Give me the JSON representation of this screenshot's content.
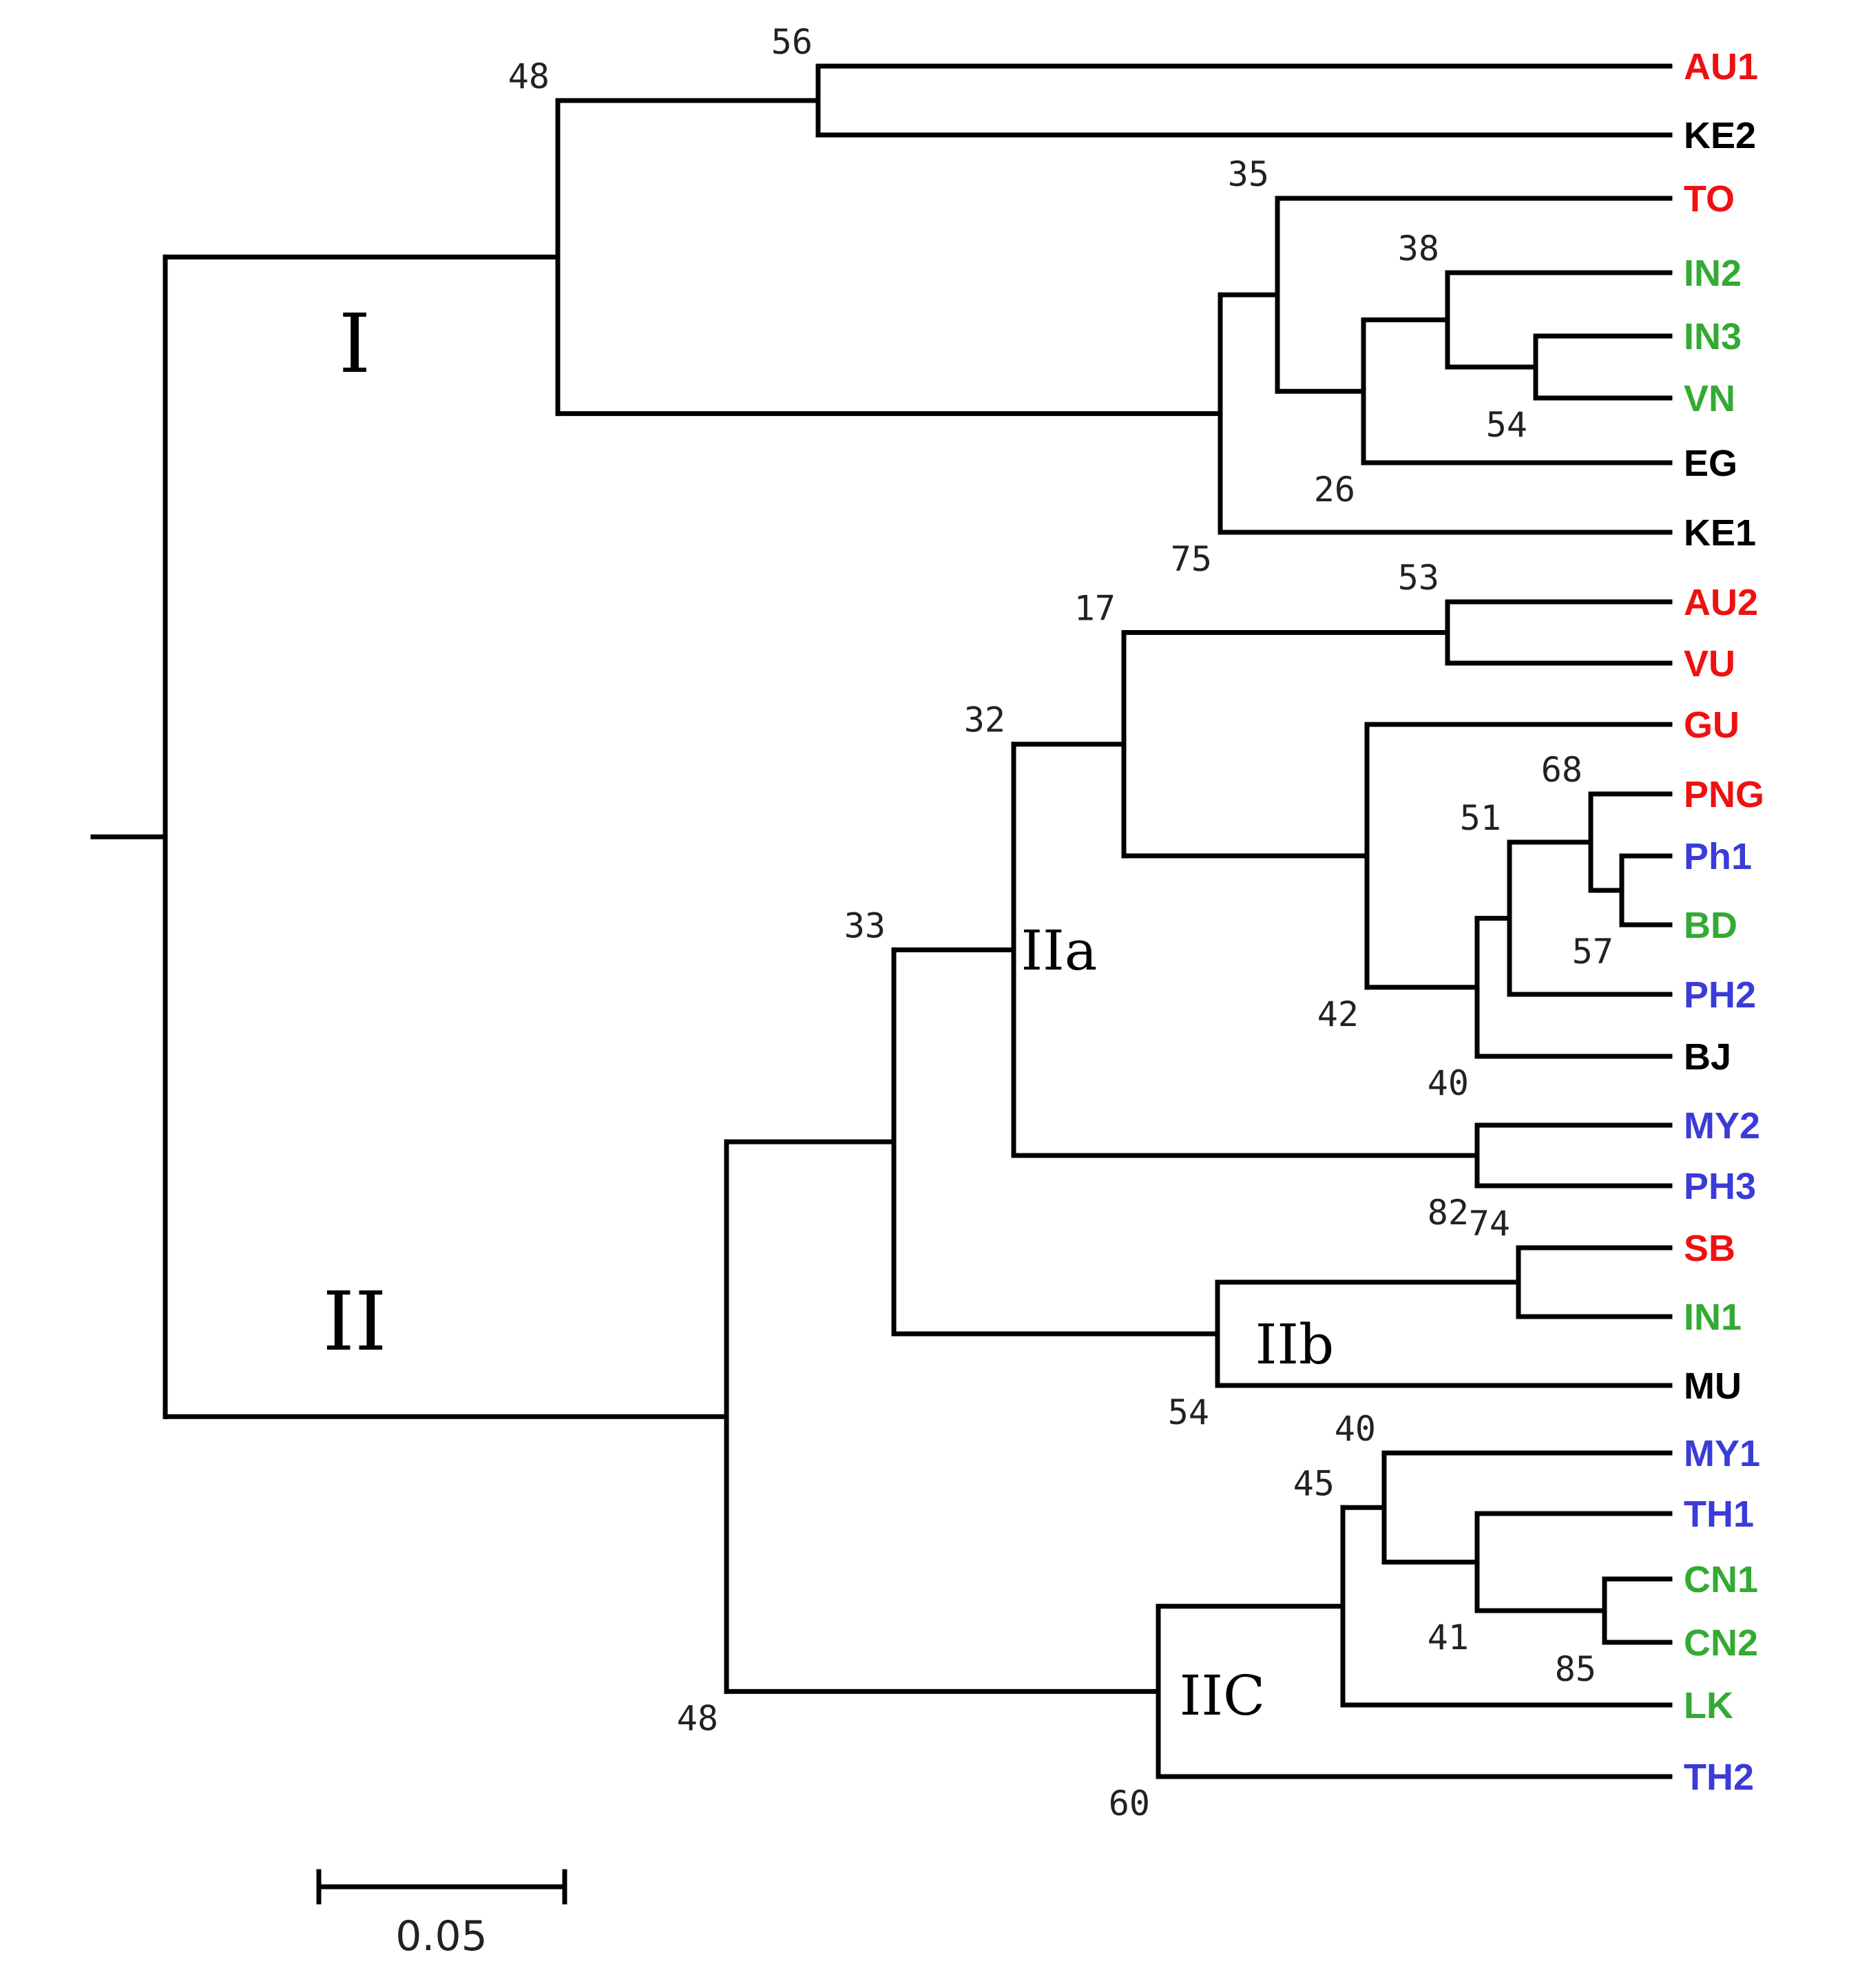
{
  "tree": {
    "tips": [
      {
        "key": "AU1",
        "label": "AU1",
        "color": "#ee1111"
      },
      {
        "key": "KE2",
        "label": "KE2",
        "color": "#000000"
      },
      {
        "key": "TO",
        "label": "TO",
        "color": "#ee1111"
      },
      {
        "key": "IN2",
        "label": "IN2",
        "color": "#33aa33"
      },
      {
        "key": "IN3",
        "label": "IN3",
        "color": "#33aa33"
      },
      {
        "key": "VN",
        "label": "VN",
        "color": "#33aa33"
      },
      {
        "key": "EG",
        "label": "EG",
        "color": "#000000"
      },
      {
        "key": "KE1",
        "label": "KE1",
        "color": "#000000"
      },
      {
        "key": "AU2",
        "label": "AU2",
        "color": "#ee1111"
      },
      {
        "key": "VU",
        "label": "VU",
        "color": "#ee1111"
      },
      {
        "key": "GU",
        "label": "GU",
        "color": "#ee1111"
      },
      {
        "key": "PNG",
        "label": "PNG",
        "color": "#ee1111"
      },
      {
        "key": "Ph1",
        "label": "Ph1",
        "color": "#3b3bd8"
      },
      {
        "key": "BD",
        "label": "BD",
        "color": "#33aa33"
      },
      {
        "key": "PH2",
        "label": "PH2",
        "color": "#3b3bd8"
      },
      {
        "key": "BJ",
        "label": "BJ",
        "color": "#000000"
      },
      {
        "key": "MY2",
        "label": "MY2",
        "color": "#3b3bd8"
      },
      {
        "key": "PH3",
        "label": "PH3",
        "color": "#3b3bd8"
      },
      {
        "key": "SB",
        "label": "SB",
        "color": "#ee1111"
      },
      {
        "key": "IN1",
        "label": "IN1",
        "color": "#33aa33"
      },
      {
        "key": "MU",
        "label": "MU",
        "color": "#000000"
      },
      {
        "key": "MY1",
        "label": "MY1",
        "color": "#3b3bd8"
      },
      {
        "key": "TH1",
        "label": "TH1",
        "color": "#3b3bd8"
      },
      {
        "key": "CN1",
        "label": "CN1",
        "color": "#33aa33"
      },
      {
        "key": "CN2",
        "label": "CN2",
        "color": "#33aa33"
      },
      {
        "key": "LK",
        "label": "LK",
        "color": "#33aa33"
      },
      {
        "key": "TH2",
        "label": "TH2",
        "color": "#3b3bd8"
      }
    ],
    "nodes": [
      {
        "id": "n_au1_ke2",
        "children": [
          "AU1",
          "KE2"
        ],
        "bootstrap": "56"
      },
      {
        "id": "n_in3_vn",
        "children": [
          "IN3",
          "VN"
        ],
        "bootstrap": "54"
      },
      {
        "id": "n_in2_in3vn",
        "children": [
          "IN2",
          "n_in3_vn"
        ],
        "bootstrap": "38"
      },
      {
        "id": "n_in_eg",
        "children": [
          "n_in2_in3vn",
          "EG"
        ],
        "bootstrap": "26"
      },
      {
        "id": "n_to_in",
        "children": [
          "TO",
          "n_in_eg"
        ],
        "bootstrap": "35"
      },
      {
        "id": "n_to_ke1",
        "children": [
          "n_to_in",
          "KE1"
        ],
        "bootstrap": "75"
      },
      {
        "id": "n_clade1",
        "children": [
          "n_au1_ke2",
          "n_to_ke1"
        ],
        "bootstrap": "48"
      },
      {
        "id": "n_au2_vu",
        "children": [
          "AU2",
          "VU"
        ],
        "bootstrap": "53"
      },
      {
        "id": "n_ph1_bd",
        "children": [
          "Ph1",
          "BD"
        ],
        "bootstrap": "57"
      },
      {
        "id": "n_png_ph1bd",
        "children": [
          "PNG",
          "n_ph1_bd"
        ],
        "bootstrap": "68"
      },
      {
        "id": "n_png_ph2",
        "children": [
          "n_png_ph1bd",
          "PH2"
        ],
        "bootstrap": "51"
      },
      {
        "id": "n_png_bj",
        "children": [
          "n_png_ph2",
          "BJ"
        ],
        "bootstrap": "40"
      },
      {
        "id": "n_gu_bj",
        "children": [
          "GU",
          "n_png_bj"
        ],
        "bootstrap": "42"
      },
      {
        "id": "n_au2_bj",
        "children": [
          "n_au2_vu",
          "n_gu_bj"
        ],
        "bootstrap": "17"
      },
      {
        "id": "n_my2_ph3",
        "children": [
          "MY2",
          "PH3"
        ],
        "bootstrap": "82"
      },
      {
        "id": "n_clade2a",
        "children": [
          "n_au2_bj",
          "n_my2_ph3"
        ],
        "bootstrap": "32"
      },
      {
        "id": "n_sb_in1",
        "children": [
          "SB",
          "IN1"
        ],
        "bootstrap": "74"
      },
      {
        "id": "n_clade2b",
        "children": [
          "n_sb_in1",
          "MU"
        ],
        "bootstrap": "54"
      },
      {
        "id": "n_2a_2b",
        "children": [
          "n_clade2a",
          "n_clade2b"
        ],
        "bootstrap": "33"
      },
      {
        "id": "n_cn1_cn2",
        "children": [
          "CN1",
          "CN2"
        ],
        "bootstrap": "85"
      },
      {
        "id": "n_th1_cn",
        "children": [
          "TH1",
          "n_cn1_cn2"
        ],
        "bootstrap": "41"
      },
      {
        "id": "n_my1_cn",
        "children": [
          "MY1",
          "n_th1_cn"
        ],
        "bootstrap": "40"
      },
      {
        "id": "n_my1_lk",
        "children": [
          "n_my1_cn",
          "LK"
        ],
        "bootstrap": "45"
      },
      {
        "id": "n_clade2c",
        "children": [
          "n_my1_lk",
          "TH2"
        ],
        "bootstrap": "60"
      },
      {
        "id": "n_clade2",
        "children": [
          "n_2a_2b",
          "n_clade2c"
        ],
        "bootstrap": "48"
      },
      {
        "id": "root",
        "children": [
          "n_clade1",
          "n_clade2"
        ],
        "bootstrap": ""
      }
    ],
    "clade_labels": [
      {
        "id": "clade-I",
        "label": "I",
        "color": "#3a3020"
      },
      {
        "id": "clade-II",
        "label": "II",
        "color": "#3a3020"
      },
      {
        "id": "clade-IIa",
        "label": "IIa",
        "color": "#000000"
      },
      {
        "id": "clade-IIb",
        "label": "IIb",
        "color": "#000000"
      },
      {
        "id": "clade-IIC",
        "label": "IIC",
        "color": "#000000"
      }
    ],
    "scale_bar": {
      "label": "0.05"
    }
  }
}
